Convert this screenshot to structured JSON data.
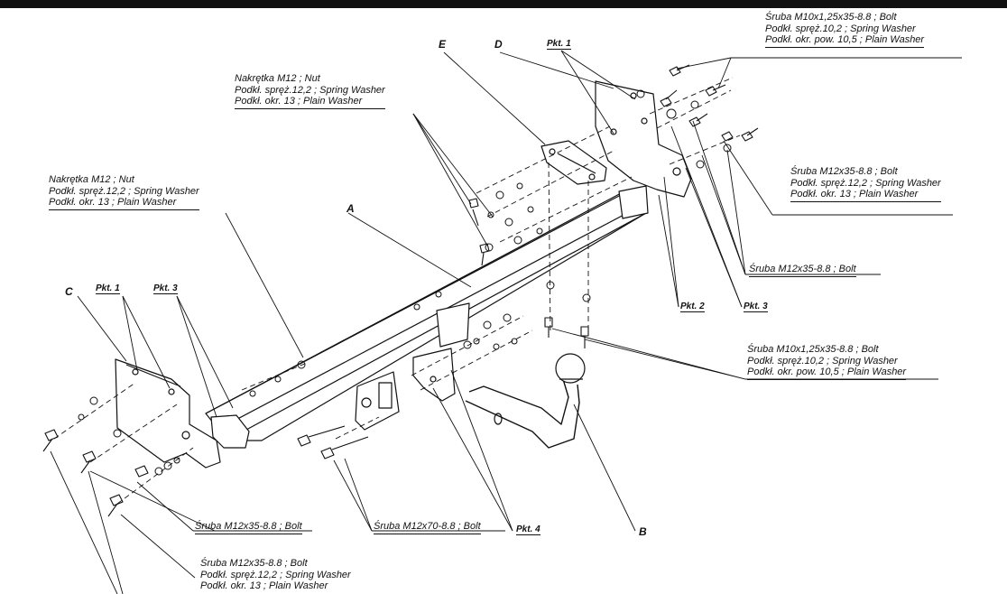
{
  "labels": {
    "bolt_top_right": [
      "Śruba M10x1,25x35-8.8 ;  Bolt",
      "Podkł. spręż.10,2 ; Spring Washer",
      "Podkł. okr. pow. 10,5 ; Plain Washer"
    ],
    "nut_top": [
      "Nakrętka  M12 ; Nut",
      "Podkł. spręż.12,2 ; Spring Washer",
      "Podkł. okr. 13 ; Plain Washer"
    ],
    "nut_left": [
      "Nakrętka  M12 ; Nut",
      "Podkł. spręż.12,2 ; Spring Washer",
      "Podkł. okr. 13 ; Plain Washer"
    ],
    "bolt_right_mid": [
      "Śruba M12x35-8.8 ;  Bolt",
      "Podkł. spręż.12,2 ; Spring Washer",
      "Podkł. okr. 13 ; Plain Washer"
    ],
    "bolt_right_single": "Śruba M12x35-8.8 ;  Bolt",
    "bolt_right_low": [
      "Śruba M10x1,25x35-8.8 ;  Bolt",
      "Podkł. spręż.10,2 ; Spring Washer",
      "Podkł. okr. pow. 10,5 ; Plain Washer"
    ],
    "bolt_bottom_1": "Śruba M12x35-8.8 ;  Bolt",
    "bolt_bottom_2": "Śruba M12x70-8.8 ;  Bolt",
    "bolt_bottom_3": [
      "Śruba M12x35-8.8 ;  Bolt",
      "Podkł. spręż.12,2 ; Spring Washer",
      "Podkł. okr. 13 ; Plain Washer"
    ]
  },
  "letters": {
    "a": "A",
    "b": "B",
    "c": "C",
    "d": "D",
    "e": "E"
  },
  "points": {
    "pkt1_top": "Pkt. 1",
    "pkt1_left": "Pkt. 1",
    "pkt2": "Pkt. 2",
    "pkt3_right": "Pkt. 3",
    "pkt3_left": "Pkt. 3",
    "pkt4": "Pkt. 4"
  }
}
